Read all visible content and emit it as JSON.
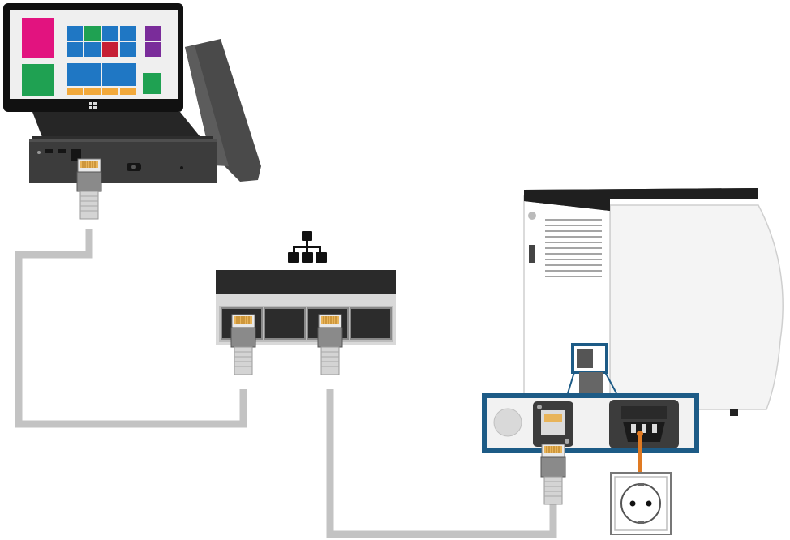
{
  "diagram": {
    "nodes": [
      {
        "id": "tablet",
        "label": "",
        "icon": "windows-logo"
      },
      {
        "id": "dock",
        "label": ""
      },
      {
        "id": "network-switch",
        "label": "",
        "icon": "network-hierarchy-icon",
        "ports": 4
      },
      {
        "id": "device",
        "label": ""
      },
      {
        "id": "device-rear-panel",
        "label": "",
        "callout": true
      },
      {
        "id": "wall-socket",
        "label": ""
      }
    ],
    "connections": [
      {
        "from": "dock",
        "to": "network-switch",
        "type": "ethernet",
        "to_port": 1
      },
      {
        "from": "network-switch",
        "to": "device-rear-panel",
        "type": "ethernet",
        "from_port": 3
      },
      {
        "from": "device-rear-panel",
        "to": "wall-socket",
        "type": "power"
      }
    ],
    "colors": {
      "cable": "#c3c3c3",
      "rj45_contacts": "#e8b45a",
      "power_arrow": "#e07a22",
      "callout_frame": "#1d5b86",
      "switch_body": "#3a3a3a",
      "tile_magenta": "#e2137f",
      "tile_green": "#1fa152",
      "tile_blue": "#1f77c4",
      "tile_red": "#c61f35",
      "tile_purple": "#7a2c9a",
      "tile_orange": "#f2a93b"
    }
  }
}
